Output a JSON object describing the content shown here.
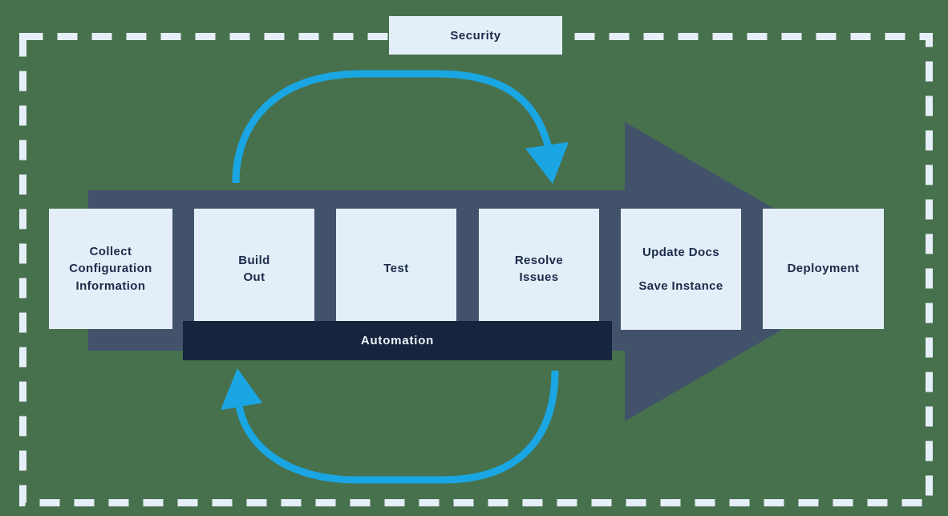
{
  "diagram": {
    "title_semantic": "secure-automated-deployment-pipeline",
    "security_label": "Security",
    "automation_label": "Automation",
    "stages": [
      {
        "id": "collect-configuration-information",
        "label": [
          "Collect",
          "Configuration",
          "Information"
        ]
      },
      {
        "id": "build-out",
        "label": [
          "Build",
          "Out"
        ]
      },
      {
        "id": "test",
        "label": [
          "Test"
        ]
      },
      {
        "id": "resolve-issues",
        "label": [
          "Resolve",
          "Issues"
        ]
      },
      {
        "id": "update-docs-save-instance",
        "label": [
          "Update Docs",
          "",
          "Save Instance"
        ]
      },
      {
        "id": "deployment",
        "label": [
          "Deployment"
        ]
      }
    ],
    "colors": {
      "background": "#47714d",
      "arrow": "#42526a",
      "box-fill": "#e3eef9",
      "box-text": "#1c2b49",
      "bar-fill": "#16243e",
      "bar-text": "#ecf3fb",
      "loop": "#1aa6e3",
      "dash": "#e6eef7"
    }
  }
}
